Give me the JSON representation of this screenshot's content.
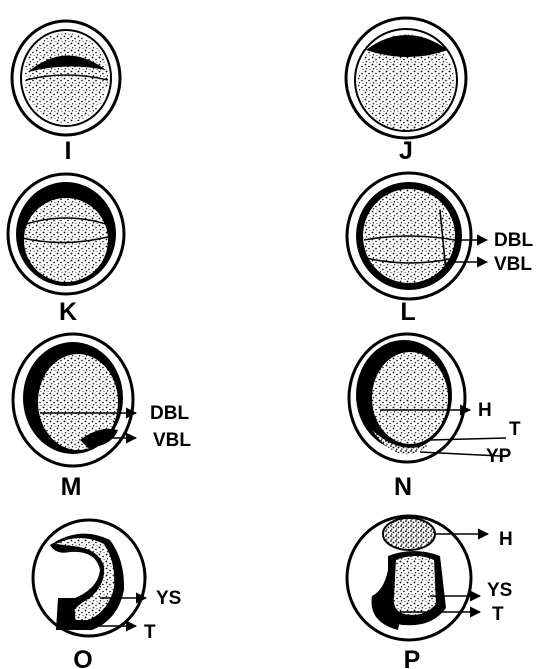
{
  "panels": [
    {
      "id": "I",
      "label": "I"
    },
    {
      "id": "J",
      "label": "J"
    },
    {
      "id": "K",
      "label": "K"
    },
    {
      "id": "L",
      "label": "L",
      "annotations": [
        "DBL",
        "VBL"
      ]
    },
    {
      "id": "M",
      "label": "M",
      "annotations": [
        "DBL",
        "VBL"
      ]
    },
    {
      "id": "N",
      "label": "N",
      "annotations": [
        "H",
        "T",
        "YP"
      ]
    },
    {
      "id": "O",
      "label": "O",
      "annotations": [
        "YS",
        "T"
      ]
    },
    {
      "id": "P",
      "label": "P",
      "annotations": [
        "H",
        "YS",
        "T"
      ]
    }
  ],
  "colors": {
    "ink": "#000000",
    "background": "#ffffff"
  }
}
